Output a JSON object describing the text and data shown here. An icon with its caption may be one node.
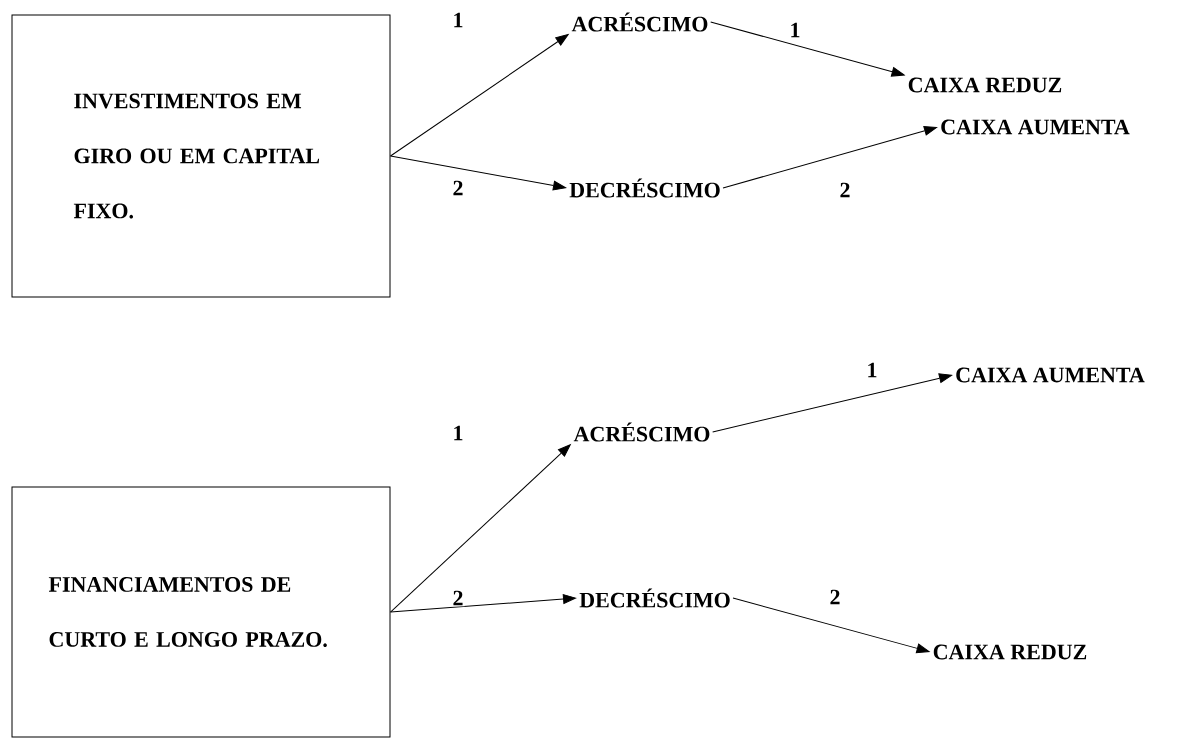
{
  "diagram": {
    "nodes": [
      {
        "text": [
          "INVESTIMENTOS EM GIRO OU EM CAPITAL FIXO."
        ]
      },
      {
        "text": [
          "ACRÉSCIMO"
        ]
      },
      {
        "text": [
          "DECRÉSCIMO"
        ]
      },
      {
        "text": [
          "CAIXA REDUZ"
        ]
      },
      {
        "text": [
          "CAIXA AUMENTA"
        ]
      },
      {
        "text": [
          "FINANCIAMENTOS DE CURTO E LONGO PRAZO."
        ]
      },
      {
        "text": [
          "ACRÉSCIMO"
        ]
      },
      {
        "text": [
          "DECRÉSCIMO"
        ]
      },
      {
        "text": [
          "CAIXA AUMENTA"
        ]
      },
      {
        "text": [
          "CAIXA REDUZ"
        ]
      }
    ],
    "edges": [
      {
        "from": 0,
        "to": 1,
        "arrow": "to",
        "label": "1"
      },
      {
        "from": 0,
        "to": 2,
        "arrow": "to",
        "label": "2"
      },
      {
        "from": 1,
        "to": 3,
        "arrow": "to",
        "label": "1"
      },
      {
        "from": 2,
        "to": 4,
        "arrow": "to",
        "label": "2"
      },
      {
        "from": 5,
        "to": 6,
        "arrow": "to",
        "label": "1"
      },
      {
        "from": 5,
        "to": 7,
        "arrow": "to",
        "label": "2"
      },
      {
        "from": 6,
        "to": 8,
        "arrow": "to",
        "label": "1"
      },
      {
        "from": 7,
        "to": 9,
        "arrow": "to",
        "label": "2"
      }
    ]
  }
}
